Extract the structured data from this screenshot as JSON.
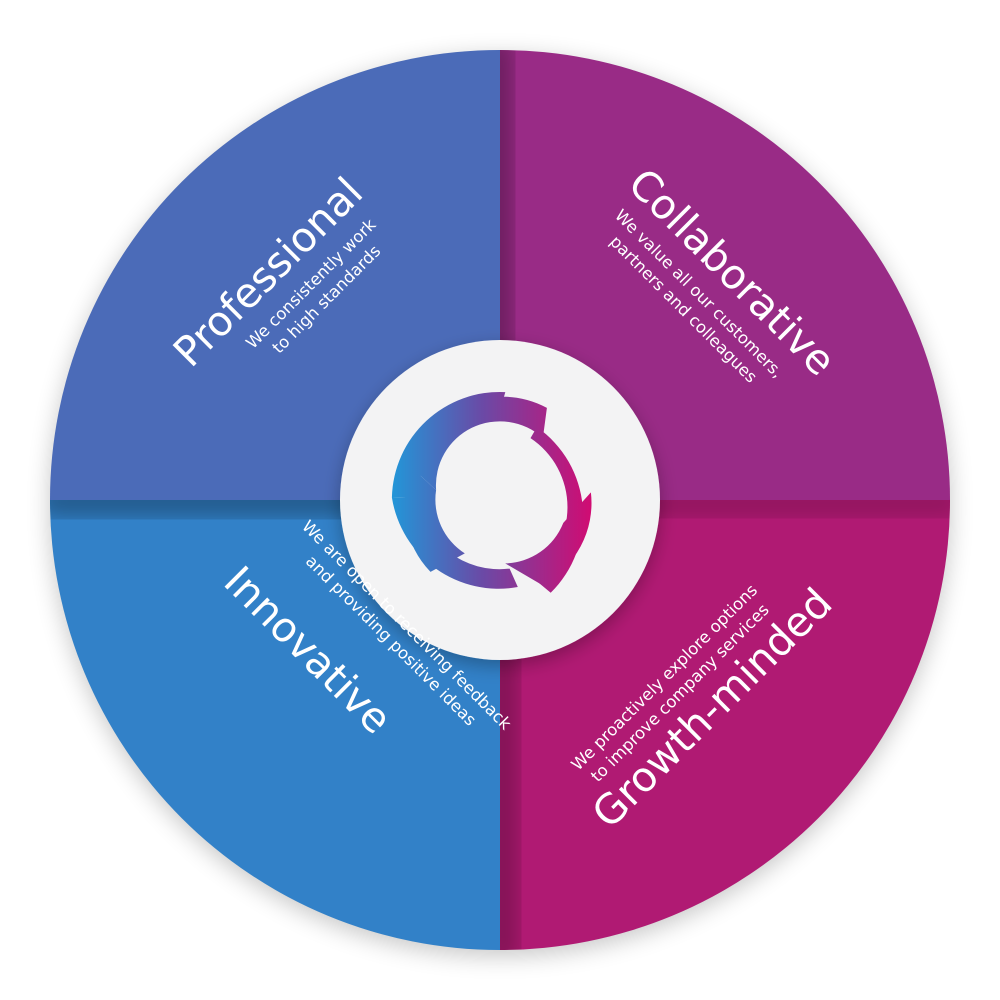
{
  "colors": {
    "professional": "#4b6bb8",
    "collaborative": "#992b86",
    "innovative": "#3281c8",
    "growth": "#b01a73",
    "center_disc": "#f3f3f4",
    "logo_start": "#2296d8",
    "logo_end": "#d10b72"
  },
  "quadrants": {
    "professional": {
      "title": "Professional",
      "line1": "We consistently work",
      "line2": "to high standards"
    },
    "collaborative": {
      "title": "Collaborative",
      "line1": "We value all our customers,",
      "line2": "partners and colleagues"
    },
    "innovative": {
      "title": "Innovative",
      "line1": "We are open to receiving feedback",
      "line2": "and providing positive ideas"
    },
    "growth": {
      "title": "Growth-minded",
      "line1": "We proactively explore options",
      "line2": "to improve company services"
    }
  },
  "center": {
    "logo_icon": "circular-arrows-icon"
  }
}
